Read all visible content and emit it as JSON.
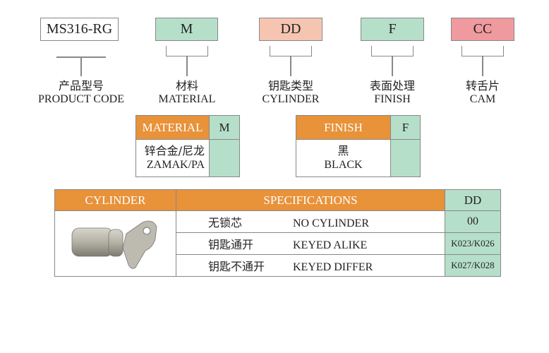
{
  "codes": [
    {
      "value": "MS316-RG",
      "zh": "产品型号",
      "en": "PRODUCT CODE",
      "color": "#ffffff"
    },
    {
      "value": "M",
      "zh": "材料",
      "en": "MATERIAL",
      "color": "#b6dfca"
    },
    {
      "value": "DD",
      "zh": "钥匙类型",
      "en": "CYLINDER",
      "color": "#f6c5b1"
    },
    {
      "value": "F",
      "zh": "表面处理",
      "en": "FINISH",
      "color": "#b6dfca"
    },
    {
      "value": "CC",
      "zh": "转舌片",
      "en": "CAM",
      "color": "#ef9a9f"
    }
  ],
  "material": {
    "header": "MATERIAL",
    "code": "M",
    "zh": "锌合金/尼龙",
    "en": "ZAMAK/PA"
  },
  "finish": {
    "header": "FINISH",
    "code": "F",
    "zh": "黑",
    "en": "BLACK"
  },
  "cylinder": {
    "header": "CYLINDER",
    "spec_header": "SPECIFICATIONS",
    "code": "DD",
    "rows": [
      {
        "zh": "无锁芯",
        "en": "NO CYLINDER",
        "code": "00"
      },
      {
        "zh": "钥匙通开",
        "en": "KEYED ALIKE",
        "code": "K023/K026"
      },
      {
        "zh": "钥匙不通开",
        "en": "KEYED DIFFER",
        "code": "K027/K028"
      }
    ]
  }
}
